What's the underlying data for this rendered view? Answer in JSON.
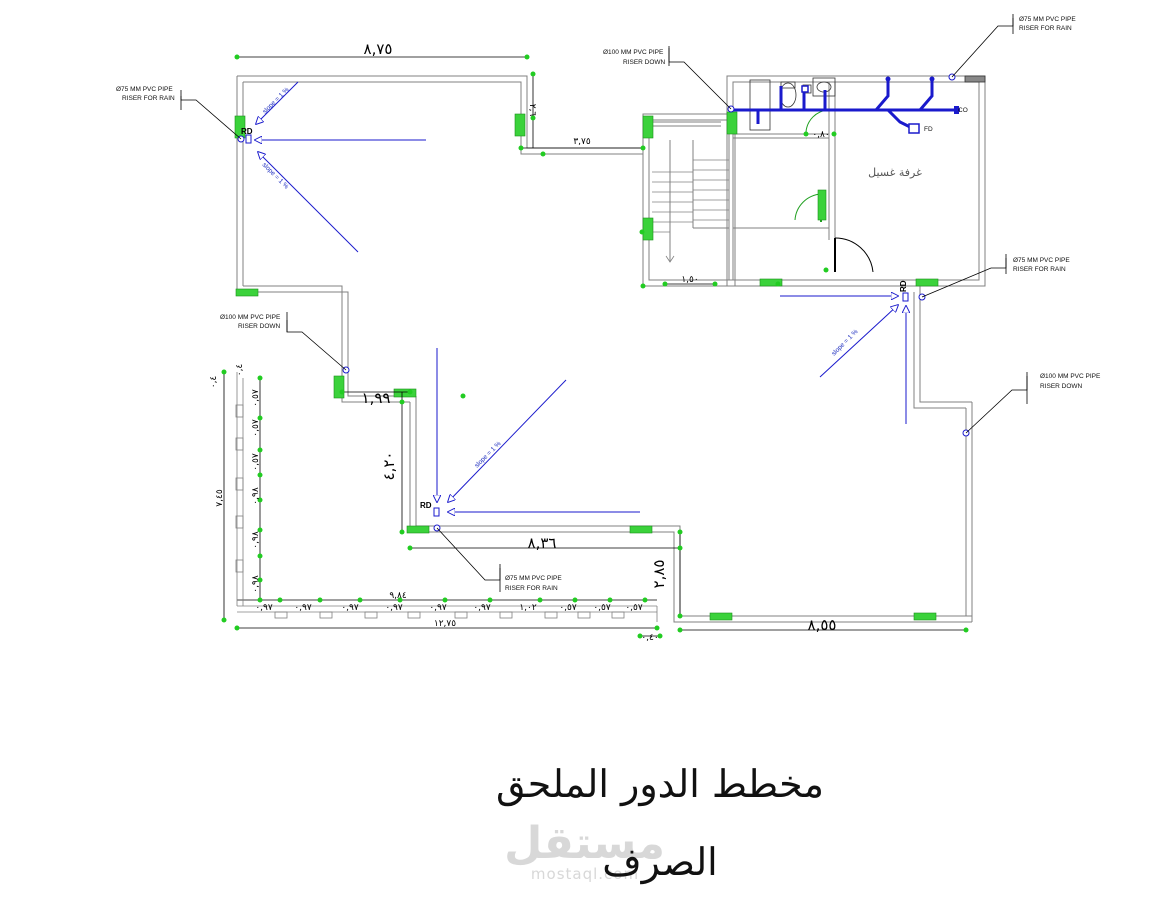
{
  "drawing": {
    "title": "مخطط الدور الملحق",
    "subtitle": "الصرف",
    "room_label": "غرفة غسيل",
    "watermark": {
      "arabic": "مستقل",
      "latin": "mostaql.com"
    }
  },
  "dimensions": {
    "top_width": "٨,٧٥",
    "step_width": "٣,٧٥",
    "step_height": "٢,٦",
    "stair_dim": "١,٥٠",
    "door_dim": "٠,٨٠",
    "mid_dim": "١,٩٩",
    "wall_height": "٤,٢٠",
    "bottom_mid": "٨,٣٦",
    "right_step": "٢,٨٥",
    "bottom_right": "٨,٥٥",
    "left_total": "٧,٤٥",
    "bottom_total": "١٢,٧٥",
    "inner_total": "٩,٨٤",
    "corner_small": "٠,٤",
    "corner_bottom": "٠,٤٠",
    "left_segments": [
      "٠,٥٧",
      "٠,٥٧",
      "٠,٥٧",
      "٠,٩٨",
      "٠,٩٨",
      "٠,٩٨"
    ],
    "bottom_segments": [
      "٠,٩٧",
      "٠,٩٧",
      "٠,٩٧",
      "٠,٩٧",
      "٠,٩٧",
      "٠,٩٧",
      "١,٠٢",
      "٠,٥٧",
      "٠,٥٧",
      "٠,٥٧"
    ]
  },
  "annotations": {
    "riser_rain_75_line1": "Ø75 MM PVC PIPE",
    "riser_rain_75_line2": "RISER FOR RAIN",
    "riser_down_100_line1": "Ø100 MM PVC PIPE",
    "riser_down_100_line2": "RISER DOWN",
    "slope": "slope = 1 %",
    "roof_drain": "RD",
    "floor_drain": "FD",
    "cleanout": "CO"
  },
  "colors": {
    "wall": "#808080",
    "pipe": "#1a1acc",
    "node": "#22cc22",
    "window": "#33cc33"
  }
}
